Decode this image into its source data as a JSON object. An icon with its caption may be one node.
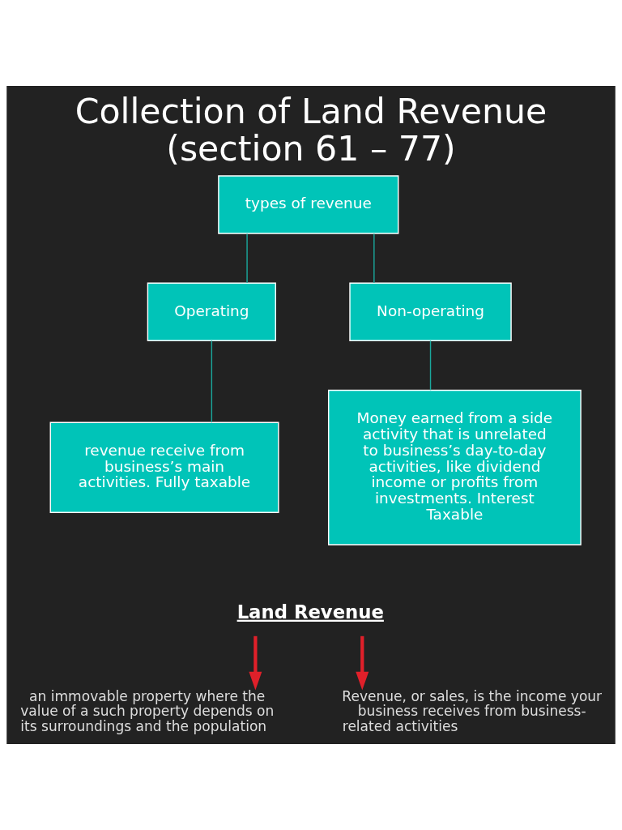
{
  "diagram": {
    "title": "Collection of Land Revenue (section 61 – 77)",
    "nodes": [
      {
        "text": [
          "types of revenue"
        ]
      },
      {
        "text": [
          "Operating"
        ]
      },
      {
        "text": [
          "Non-operating"
        ]
      },
      {
        "text": [
          "revenue receive from business’s main activities. Fully taxable"
        ]
      },
      {
        "text": [
          "Money earned from a side activity that is unrelated to business’s day-to-day activities, like dividend income or profits from investments. Interest Taxable"
        ]
      },
      {
        "text": [
          "Land Revenue"
        ]
      },
      {
        "text": [
          "an immovable property where the value of a such property depends on its surroundings and the population"
        ]
      },
      {
        "text": [
          "Revenue, or sales, is the income your business receives from business-related activities"
        ]
      }
    ],
    "edges": [
      {
        "from": 0,
        "to": 1,
        "arrow": "none"
      },
      {
        "from": 0,
        "to": 2,
        "arrow": "none"
      },
      {
        "from": 1,
        "to": 3,
        "arrow": "none"
      },
      {
        "from": 2,
        "to": 4,
        "arrow": "none"
      },
      {
        "from": 5,
        "to": 6,
        "arrow": "to",
        "color": "#e0202a",
        "style": "thick"
      },
      {
        "from": 5,
        "to": 7,
        "arrow": "to",
        "color": "#e0202a",
        "style": "thick"
      }
    ]
  }
}
